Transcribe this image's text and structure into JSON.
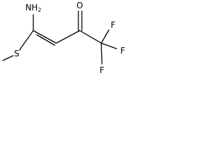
{
  "atoms": {
    "amine": {
      "symbol": "N",
      "subscript": "H",
      "count": "2"
    },
    "oxygen": {
      "symbol": "O"
    },
    "sulfur": {
      "symbol": "S"
    },
    "fluorine_top": {
      "symbol": "F"
    },
    "fluorine_right": {
      "symbol": "F"
    },
    "fluorine_bottom": {
      "symbol": "F"
    }
  },
  "colors": {
    "ink": "#000000",
    "background": "#ffffff"
  }
}
